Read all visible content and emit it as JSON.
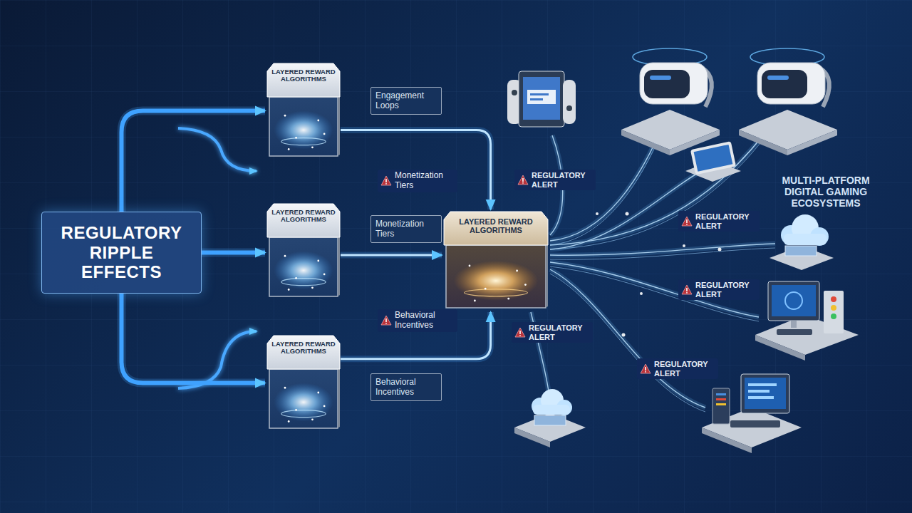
{
  "diagram": {
    "nodes": [
      {
        "text": [
          "REGULATORY RIPPLE EFFECTS"
        ]
      },
      {
        "text": [
          "LAYERED REWARD ALGORITHMS"
        ]
      },
      {
        "text": [
          "Engagement Loops"
        ]
      },
      {
        "text": [
          "LAYERED REWARD ALGORITHMS"
        ]
      },
      {
        "text": [
          "Monetization Tiers"
        ]
      },
      {
        "text": [
          "LAYERED REWARD ALGORITHMS"
        ]
      },
      {
        "text": [
          "Behavioral Incentives"
        ]
      },
      {
        "text": [
          "LAYERED REWARD ALGORITHMS"
        ]
      }
    ],
    "edges": [
      {
        "from": 0,
        "to": 1,
        "arrow": "to"
      },
      {
        "from": 0,
        "to": 3,
        "arrow": "to"
      },
      {
        "from": 0,
        "to": 5,
        "arrow": "to"
      },
      {
        "from": 1,
        "to": 7,
        "arrow": "to"
      },
      {
        "from": 3,
        "to": 7,
        "arrow": "to"
      },
      {
        "from": 5,
        "to": 7,
        "arrow": "to"
      }
    ],
    "labels": [
      "Monetization Tiers",
      "REGULATORY ALERT",
      "Behavioral Incentives",
      "REGULATORY ALERT",
      "MULTI-PLATFORM DIGITAL GAMING ECOSYSTEMS",
      "REGULATORY ALERT",
      "REGULATORY ALERT",
      "REGULATORY ALERT"
    ]
  }
}
